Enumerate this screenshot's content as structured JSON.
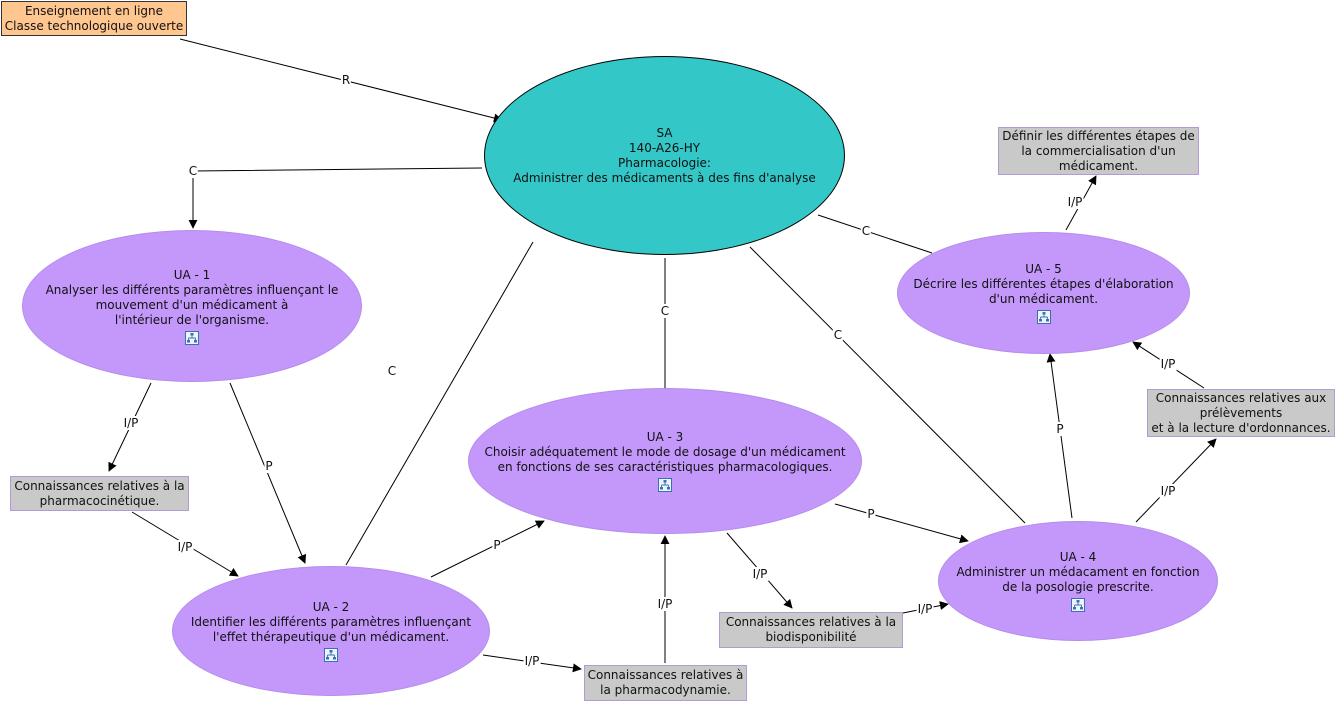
{
  "nodes": {
    "online": {
      "lines": [
        "Enseignement en ligne",
        "Classe technologique ouverte"
      ]
    },
    "sa": {
      "lines": [
        "SA",
        "140-A26-HY",
        "Pharmacologie:",
        "Administrer des médicaments à des fins d'analyse"
      ]
    },
    "ua1": {
      "lines": [
        "UA - 1",
        "Analyser les différents paramètres influençant le",
        "mouvement d'un médicament à",
        "l'intérieur de l'organisme."
      ]
    },
    "ua2": {
      "lines": [
        "UA - 2",
        "Identifier les différents paramètres influençant",
        "l'effet thérapeutique d'un médicament."
      ]
    },
    "ua3": {
      "lines": [
        "UA - 3",
        "Choisir adéquatement le mode de dosage d'un médicament",
        "en fonctions de ses caractéristiques pharmacologiques."
      ]
    },
    "ua4": {
      "lines": [
        "UA - 4",
        "Administrer un médacament en fonction",
        "de la posologie prescrite."
      ]
    },
    "ua5": {
      "lines": [
        "UA - 5",
        "Décrire les différentes étapes d'élaboration",
        "d'un médicament."
      ]
    },
    "k_pharmacocinetique": {
      "lines": [
        "Connaissances relatives à la",
        "pharmacocinétique."
      ]
    },
    "k_pharmacodynamie": {
      "lines": [
        "Connaissances relatives à",
        "la pharmacodynamie."
      ]
    },
    "k_biodisponibilite": {
      "lines": [
        "Connaissances relatives à la",
        "biodisponibilité"
      ]
    },
    "k_prelevements": {
      "lines": [
        "Connaissances relatives aux",
        "prélèvements",
        "et à la lecture d'ordonnances."
      ]
    },
    "k_commercialisation": {
      "lines": [
        "Définir les différentes étapes de",
        "la commercialisation d'un",
        "médicament."
      ]
    }
  },
  "links": [
    {
      "id": "online-sa",
      "label": "R"
    },
    {
      "id": "sa-ua1",
      "label": "C"
    },
    {
      "id": "sa-ua2",
      "label": "C"
    },
    {
      "id": "sa-ua3",
      "label": "C"
    },
    {
      "id": "sa-ua4",
      "label": "C"
    },
    {
      "id": "sa-ua5",
      "label": "C"
    },
    {
      "id": "ua1-kpk",
      "label": "I/P"
    },
    {
      "id": "ua1-ua2",
      "label": "P"
    },
    {
      "id": "kpk-ua2",
      "label": "I/P"
    },
    {
      "id": "ua2-ua3",
      "label": "P"
    },
    {
      "id": "ua2-kpd",
      "label": "I/P"
    },
    {
      "id": "kpd-ua3",
      "label": "I/P"
    },
    {
      "id": "ua3-kbio",
      "label": "I/P"
    },
    {
      "id": "kbio-ua4",
      "label": "I/P"
    },
    {
      "id": "ua3-ua4",
      "label": "P"
    },
    {
      "id": "ua4-ua5",
      "label": "P"
    },
    {
      "id": "ua4-kpre",
      "label": "I/P"
    },
    {
      "id": "kpre-ua5",
      "label": "I/P"
    },
    {
      "id": "ua5-kcom",
      "label": "I/P"
    }
  ],
  "icons": {
    "submap": "concept-map-icon"
  },
  "colors": {
    "ua_fill": "#c498fb",
    "sa_fill": "#33c7c7",
    "knowledge_fill": "#c9c9c9",
    "origin_fill": "#ffc68f"
  }
}
